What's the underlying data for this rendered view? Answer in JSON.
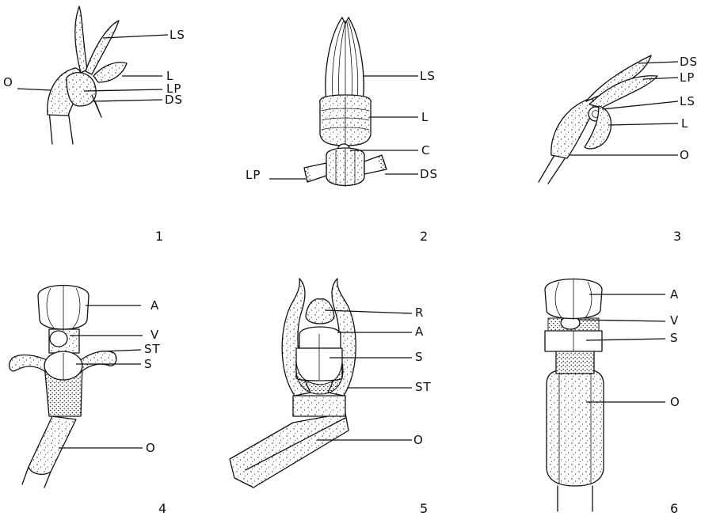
{
  "figures": [
    {
      "number": "1",
      "labels": {
        "ls": "LS",
        "l": "L",
        "lp": "LP",
        "ds": "DS",
        "o": "O"
      }
    },
    {
      "number": "2",
      "labels": {
        "ls": "LS",
        "l": "L",
        "c": "C",
        "lp": "LP",
        "ds": "DS"
      }
    },
    {
      "number": "3",
      "labels": {
        "ds": "DS",
        "lp": "LP",
        "ls": "LS",
        "l": "L",
        "o": "O"
      }
    },
    {
      "number": "4",
      "labels": {
        "a": "A",
        "v": "V",
        "st": "ST",
        "s": "S",
        "o": "O"
      }
    },
    {
      "number": "5",
      "labels": {
        "r": "R",
        "a": "A",
        "s": "S",
        "st": "ST",
        "o": "O"
      }
    },
    {
      "number": "6",
      "labels": {
        "a": "A",
        "v": "V",
        "s": "S",
        "o": "O"
      }
    }
  ]
}
